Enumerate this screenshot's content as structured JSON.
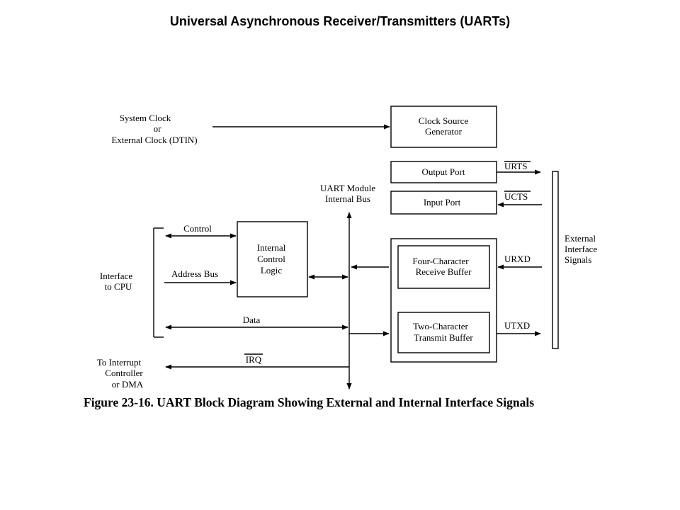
{
  "slide_title": "Universal Asynchronous Receiver/Transmitters (UARTs)",
  "inputs": {
    "system_clock": "System Clock",
    "or": "or",
    "external_clock": "External Clock (DTIN)"
  },
  "blocks": {
    "clock_source_1": "Clock Source",
    "clock_source_2": "Generator",
    "output_port": "Output Port",
    "input_port": "Input Port",
    "internal_control_1": "Internal",
    "internal_control_2": "Control",
    "internal_control_3": "Logic",
    "receive_buffer_1": "Four-Character",
    "receive_buffer_2": "Receive Buffer",
    "transmit_buffer_1": "Two-Character",
    "transmit_buffer_2": "Transmit Buffer"
  },
  "bus": {
    "label_1": "UART Module",
    "label_2": "Internal Bus"
  },
  "signals": {
    "urts": "URTS",
    "ucts": "UCTS",
    "urxd": "URXD",
    "utxd": "UTXD",
    "control": "Control",
    "address_bus": "Address Bus",
    "data": "Data",
    "irq": "IRQ"
  },
  "external": {
    "line_1": "External",
    "line_2": "Interface",
    "line_3": "Signals"
  },
  "cpu": {
    "line_1": "Interface",
    "line_2": "to CPU"
  },
  "interrupt": {
    "line_1": "To Interrupt",
    "line_2": "Controller",
    "line_3": "or DMA"
  },
  "caption": "Figure 23-16. UART Block Diagram Showing External and Internal Interface Signals"
}
